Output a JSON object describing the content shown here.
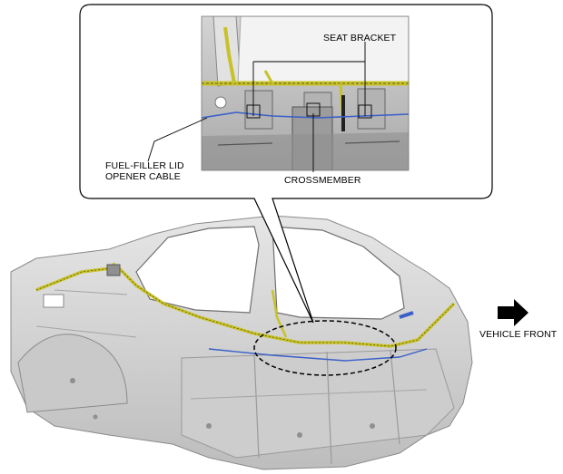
{
  "labels": {
    "seat_bracket": "SEAT BRACKET",
    "fuel_filler_line1": "FUEL-FILLER LID",
    "fuel_filler_line2": "OPENER CABLE",
    "crossmember": "CROSSMEMBER",
    "vehicle_front": "VEHICLE FRONT"
  },
  "colors": {
    "harness": "#c8c22a",
    "cable": "#3a5fc8",
    "body_panel": "#d9d9d9",
    "outline": "#000000"
  },
  "icons": {
    "direction": "arrow-right-icon"
  }
}
